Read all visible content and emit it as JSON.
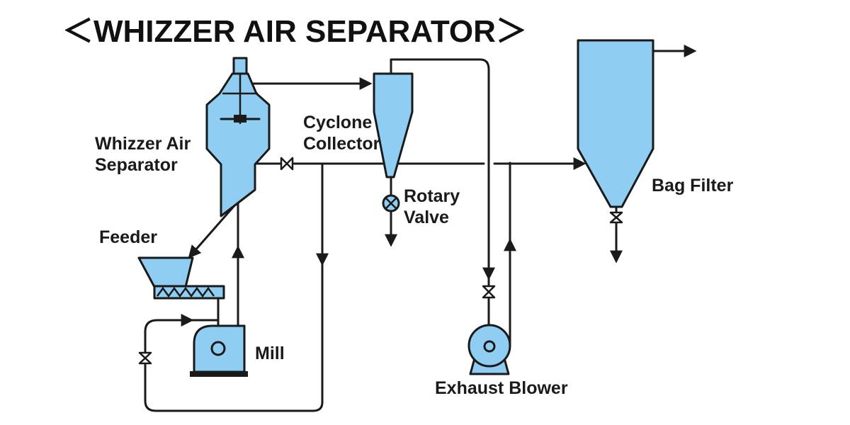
{
  "title": "＜WHIZZER AIR SEPARATOR＞",
  "labels": {
    "whizzer_line1": "Whizzer Air",
    "whizzer_line2": "Separator",
    "cyclone_line1": "Cyclone",
    "cyclone_line2": "Collector",
    "rotary_line1": "Rotary",
    "rotary_line2": "Valve",
    "bag_filter": "Bag Filter",
    "feeder": "Feeder",
    "mill": "Mill",
    "exhaust_blower": "Exhaust Blower"
  },
  "colors": {
    "equipment_fill": "#8fcdf2",
    "outline": "#1a1a1a"
  }
}
